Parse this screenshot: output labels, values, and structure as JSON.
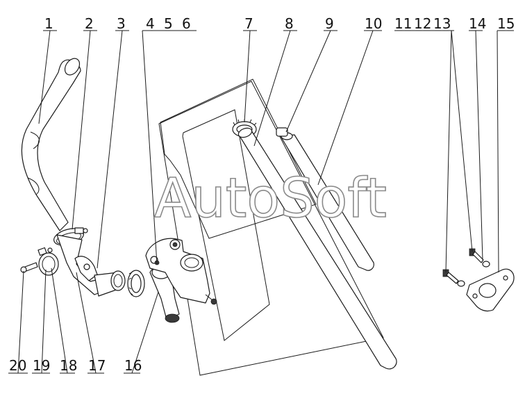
{
  "watermark": "AutoSoft",
  "callouts_top": [
    "1",
    "2",
    "3",
    "4",
    "5",
    "6",
    "7",
    "8",
    "9",
    "10",
    "11",
    "12",
    "13",
    "14",
    "15"
  ],
  "callouts_bottom": [
    "20",
    "19",
    "18",
    "17",
    "16"
  ]
}
